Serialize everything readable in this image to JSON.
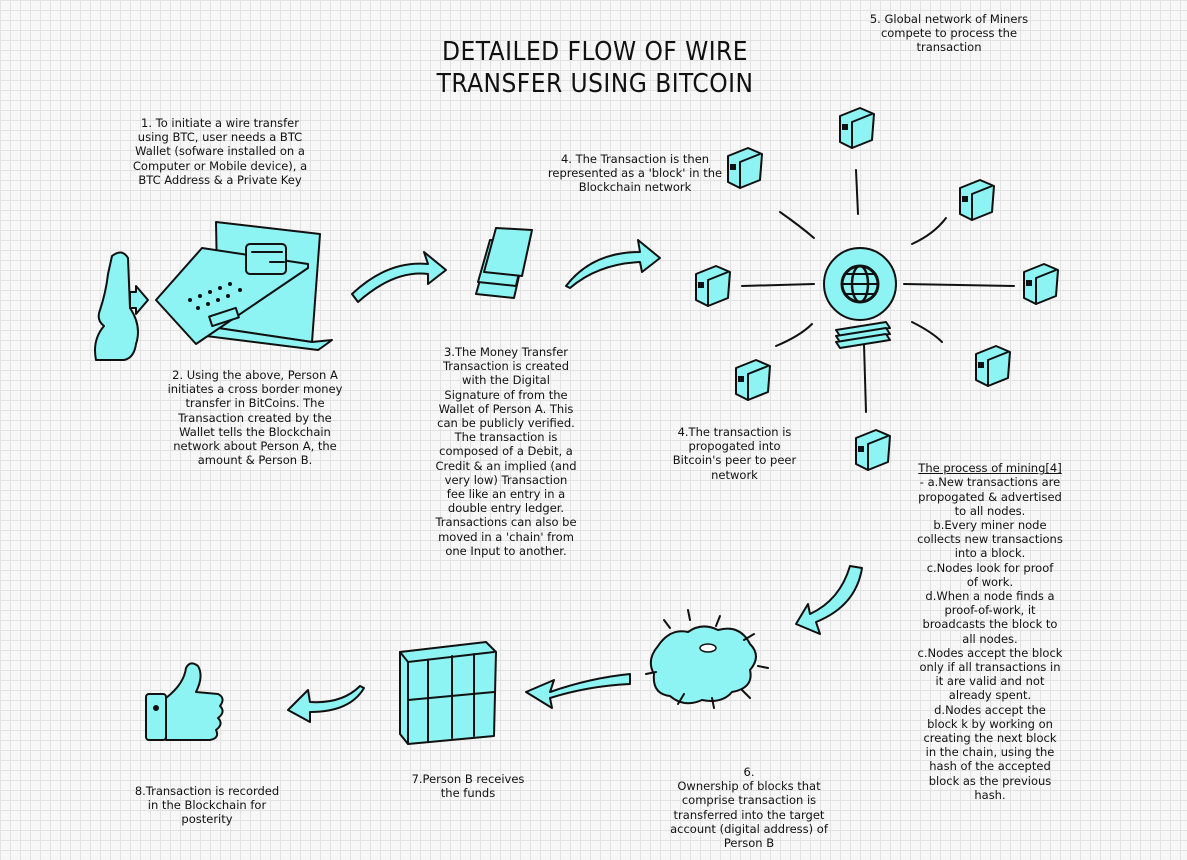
{
  "diagram": {
    "title": "DETAILED FLOW OF WIRE\nTRANSFER USING BITCOIN",
    "steps": {
      "step1": "1. To initiate a wire transfer\nusing BTC, user needs a BTC\nWallet (sofware installed on a\nComputer or Mobile device), a\nBTC Address & a Private Key",
      "step2": "2. Using the above, Person A\ninitiates a cross border money\ntransfer in BitCoins. The\nTransaction created by the\nWallet tells the Blockchain\nnetwork about Person A, the\namount & Person B.",
      "step3": "3.The Money Transfer\nTransaction is created\nwith the Digital\nSignature of from the\nWallet of Person A. This\ncan be publicly verified.\nThe transaction is\ncomposed of a Debit, a\nCredit & an implied (and\nvery low) Transaction\nfee like an entry in a\ndouble entry ledger.\nTransactions can also be\nmoved in a 'chain' from\none Input to another.",
      "step4a": "4. The Transaction is then\nrepresented as a 'block' in the\nBlockchain network",
      "step4b": "4.The transaction is\npropogated into\nBitcoin's peer to peer\nnetwork",
      "step5": "5. Global network of Miners\ncompete to process the\ntransaction",
      "step6": "6.\nOwnership of blocks that\ncomprise transaction is\ntransferred into the target\naccount (digital address) of\nPerson B",
      "step7": "7.Person B receives\nthe funds",
      "step8": "8.Transaction is recorded\nin the Blockchain for\nposterity"
    },
    "mining": {
      "title": "The process of mining[4]",
      "body": "- a.New transactions are\npropogated & advertised\nto all nodes.\nb.Every miner node\ncollects new transactions\ninto a block.\nc.Nodes look for proof\nof work.\nd.When a node finds a\nproof-of-work, it\nbroadcasts the block to\nall nodes.\nc.Nodes accept the block\nonly if all transactions in\nit are valid and not\nalready spent.\nd.Nodes accept the\nblock k by working on\ncreating the next block\nin the chain, using the\nhash of the accepted\nblock as the previous\nhash."
    },
    "colors": {
      "fill": "#8ef3f3",
      "stroke": "#111111",
      "background": "#f7f7f7"
    }
  }
}
